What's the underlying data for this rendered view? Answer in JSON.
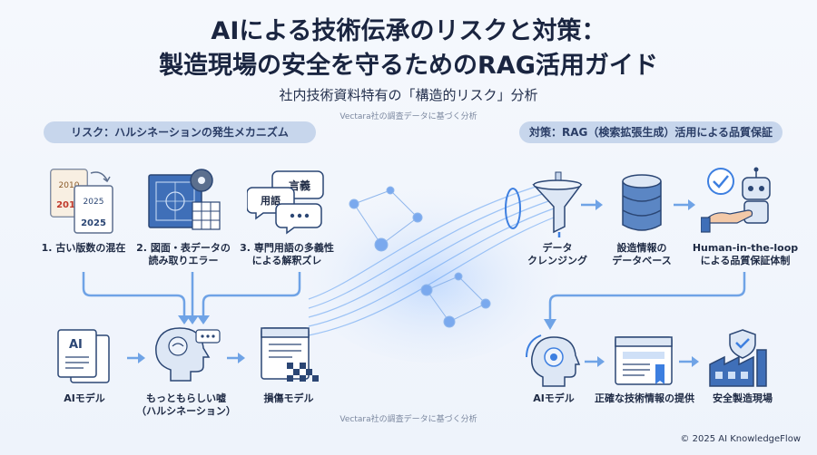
{
  "header": {
    "title_line1": "AIによる技術伝承のリスクと対策：",
    "title_line2": "製造現場の安全を守るためのRAG活用ガイド",
    "subtitle": "社内技術資料特有の「構造的リスク」分析",
    "source_top": "Vectara社の調査データに基づく分析",
    "source_bottom": "Vectara社の調査データに基づく分析"
  },
  "risk": {
    "title": "リスク：ハルシネーションの発生メカニズム",
    "items": [
      {
        "line1": "1. 古い版数の混在",
        "line2": ""
      },
      {
        "line1": "2. 図面・表データの",
        "line2": "読み取りエラー"
      },
      {
        "line1": "3. 専門用語の多義性",
        "line2": "による解釈ズレ"
      }
    ],
    "bubble_word1": "言義",
    "bubble_word2": "用語",
    "doc_years": [
      "2010",
      "2010",
      "2025",
      "2025"
    ],
    "doc_ai_text": "AI",
    "ai_model": "AIモデル",
    "plausible_lie_line1": "もっともらしい嘘",
    "plausible_lie_line2": "（ハルシネーション）",
    "surrogate_model": "損傷モデル"
  },
  "solution": {
    "title": "対策：RAG（検索拡張生成）活用による品質保証",
    "items": [
      {
        "line1": "データ",
        "line2": "クレンジング"
      },
      {
        "line1": "設造情報の",
        "line2": "データベース"
      },
      {
        "line1": "Human-in-the-loop",
        "line2": "による品質保証体制"
      }
    ],
    "ai_model": "AIモデル",
    "accurate_info": "正確な技術情報の提供",
    "safe_site": "安全製造現場"
  },
  "footer": {
    "copyright": "© 2025 AI KnowledgeFlow"
  },
  "colors": {
    "accent": "#3d7fe0",
    "navy": "#2b4674",
    "pill": "#c7d6ec",
    "arrow": "#6fa3e6"
  }
}
